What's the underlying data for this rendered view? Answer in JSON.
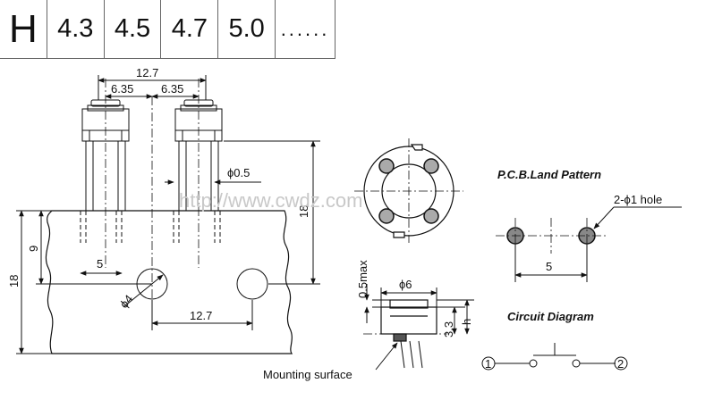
{
  "header": {
    "label": "H",
    "values": [
      "4.3",
      "4.5",
      "4.7",
      "5.0"
    ],
    "more": "......"
  },
  "front_view": {
    "dim_total": "12.7",
    "dim_half_left": "6.35",
    "dim_half_right": "6.35",
    "dim_pin": "ϕ0.5",
    "dim_height": "18",
    "dim_left_18": "18",
    "dim_left_9": "9",
    "dim_pitch": "5",
    "dim_hole": "ϕ4",
    "dim_hole_spacing": "12.7"
  },
  "top_view": {},
  "pcb_land": {
    "title": "P.C.B.Land Pattern",
    "hole_label": "2-ϕ1 hole",
    "pitch": "5"
  },
  "side_view": {
    "dim_max": "0.5max",
    "dim_diameter": "ϕ6",
    "dim_33": "3.3",
    "dim_h": "h",
    "mounting": "Mounting surface"
  },
  "circuit": {
    "title": "Circuit Diagram",
    "terminal1": "1",
    "terminal2": "2"
  },
  "watermark": "http://www.cwdz.com"
}
